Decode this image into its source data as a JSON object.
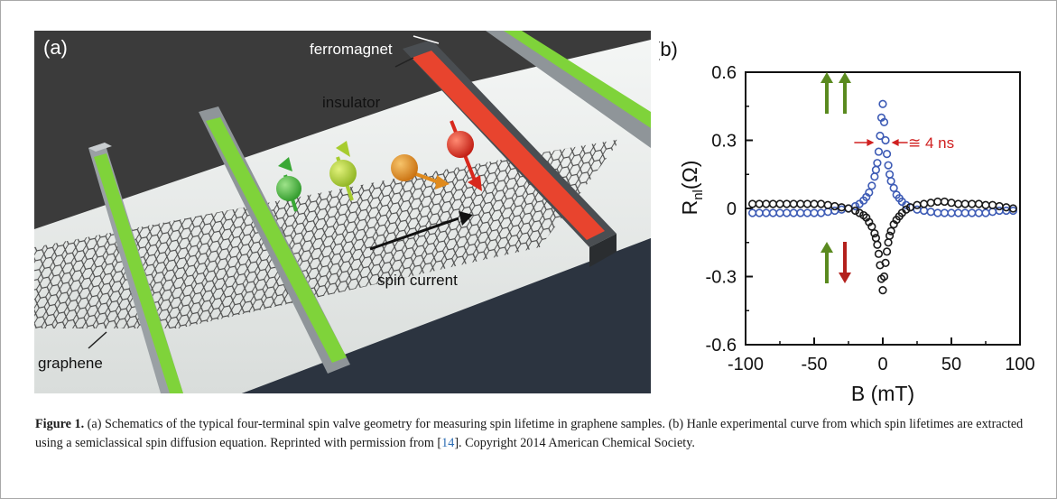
{
  "figure": {
    "caption": {
      "label": "Figure 1.",
      "text_before_ref": " (a) Schematics of the typical four-terminal spin valve geometry for measuring spin lifetime in graphene samples. (b) Hanle experimental curve from which spin lifetimes are extracted using a semiclassical spin diffusion equation. Reprinted with permission from [",
      "ref": "14",
      "text_after_ref": "]. Copyright 2014 American Chemical Society."
    }
  },
  "panel_a": {
    "label": "(a)",
    "labels": {
      "ferromagnet": "ferromagnet",
      "insulator": "insulator",
      "spin_current": "spin current",
      "graphene": "graphene"
    },
    "colors": {
      "background": "#3a3a3a",
      "substrate": "#e9ecea",
      "electrode_green": "#7fd33a",
      "electrode_red": "#e8442e",
      "insulator": "#4a4e52",
      "graphene": "#2b2b2b",
      "spin_colors": [
        "#3aa835",
        "#a7cc2e",
        "#e08a1c",
        "#d8281c"
      ]
    }
  },
  "chart_data": {
    "type": "scatter",
    "panel_label": "(b)",
    "xlabel": "B (mT)",
    "ylabel_main": "R",
    "ylabel_sub": "nl",
    "ylabel_unit": "(Ω)",
    "xlim": [
      -100,
      100
    ],
    "ylim": [
      -0.6,
      0.6
    ],
    "x_ticks": [
      -100,
      -50,
      0,
      50,
      100
    ],
    "x_tick_labels": [
      "-100",
      "-50",
      "0",
      "50",
      "100"
    ],
    "y_ticks": [
      -0.6,
      -0.3,
      0,
      0.3,
      0.6
    ],
    "y_tick_labels": [
      "-0.6",
      "-0.3",
      "0",
      "0.3",
      "0.6"
    ],
    "annotation": "≅ 4 ns",
    "colors": {
      "parallel": "#3d5bb5",
      "antiparallel": "#1a1a1a",
      "annotation": "#d02020",
      "arrow_green": "#5a8a1f",
      "arrow_red": "#b3201c"
    },
    "legend_parallel": [
      "up",
      "up"
    ],
    "legend_antiparallel": [
      "up",
      "down"
    ],
    "series": [
      {
        "x": [
          -95,
          -90,
          -85,
          -80,
          -75,
          -70,
          -65,
          -60,
          -55,
          -50,
          -45,
          -40,
          -35,
          -30,
          -25,
          -20,
          -17,
          -14,
          -12,
          -10,
          -8,
          -6,
          -5,
          -4,
          -3,
          -2,
          -1,
          0,
          1,
          2,
          3,
          4,
          5,
          6,
          8,
          10,
          12,
          14,
          17,
          20,
          25,
          30,
          35,
          40,
          45,
          50,
          55,
          60,
          65,
          70,
          75,
          80,
          85,
          90,
          95
        ],
        "y": [
          -0.02,
          -0.02,
          -0.02,
          -0.02,
          -0.02,
          -0.02,
          -0.02,
          -0.02,
          -0.02,
          -0.02,
          -0.02,
          -0.015,
          -0.01,
          -0.005,
          0,
          0.01,
          0.02,
          0.035,
          0.05,
          0.07,
          0.1,
          0.14,
          0.17,
          0.2,
          0.25,
          0.32,
          0.4,
          0.46,
          0.38,
          0.3,
          0.24,
          0.19,
          0.15,
          0.12,
          0.09,
          0.06,
          0.045,
          0.03,
          0.015,
          0.005,
          -0.005,
          -0.01,
          -0.015,
          -0.02,
          -0.02,
          -0.02,
          -0.02,
          -0.02,
          -0.02,
          -0.02,
          -0.02,
          -0.015,
          -0.01,
          -0.01,
          -0.01
        ]
      },
      {
        "x": [
          -95,
          -90,
          -85,
          -80,
          -75,
          -70,
          -65,
          -60,
          -55,
          -50,
          -45,
          -40,
          -35,
          -30,
          -25,
          -20,
          -17,
          -14,
          -12,
          -10,
          -8,
          -6,
          -5,
          -4,
          -3,
          -2,
          -1,
          0,
          1,
          2,
          3,
          4,
          5,
          6,
          8,
          10,
          12,
          14,
          17,
          20,
          25,
          30,
          35,
          40,
          45,
          50,
          55,
          60,
          65,
          70,
          75,
          80,
          85,
          90,
          95
        ],
        "y": [
          0.02,
          0.02,
          0.02,
          0.02,
          0.02,
          0.02,
          0.02,
          0.02,
          0.02,
          0.02,
          0.02,
          0.015,
          0.01,
          0.005,
          0,
          -0.01,
          -0.02,
          -0.03,
          -0.04,
          -0.06,
          -0.08,
          -0.11,
          -0.13,
          -0.16,
          -0.2,
          -0.25,
          -0.31,
          -0.36,
          -0.3,
          -0.24,
          -0.19,
          -0.15,
          -0.12,
          -0.1,
          -0.07,
          -0.05,
          -0.035,
          -0.02,
          -0.005,
          0.005,
          0.015,
          0.02,
          0.025,
          0.03,
          0.03,
          0.025,
          0.02,
          0.02,
          0.02,
          0.02,
          0.015,
          0.015,
          0.01,
          0.005,
          0
        ]
      }
    ]
  }
}
